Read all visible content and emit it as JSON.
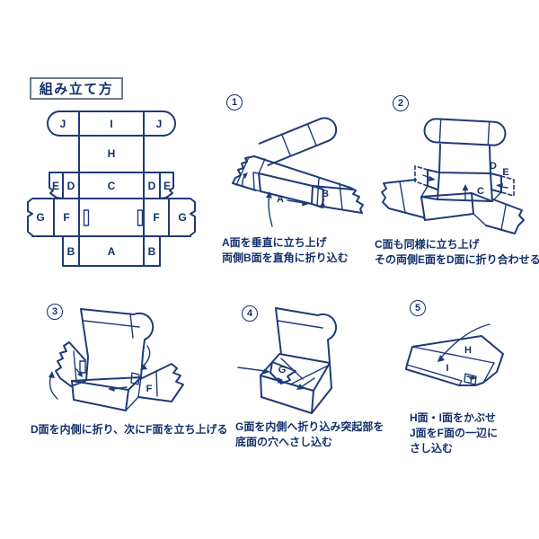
{
  "colors": {
    "line": "#1f3a78",
    "text": "#14306b",
    "header_border": "#6d7a8c",
    "background": "#ffffff"
  },
  "header": {
    "title": "組み立て方"
  },
  "diagram": {
    "panels": {
      "j_left": "J",
      "i": "I",
      "j_right": "J",
      "h": "H",
      "e_left": "E",
      "d_left": "D",
      "c": "C",
      "d_right": "D",
      "e_right": "E",
      "g_left": "G",
      "f_left": "F",
      "f_right": "F",
      "g_right": "G",
      "b_left": "B",
      "a": "A",
      "b_right": "B"
    }
  },
  "steps": [
    {
      "number": "1",
      "labels": {
        "a": "A",
        "b": "B"
      },
      "caption": [
        "A面を垂直に立ち上げ",
        "両側B面を直角に折り込む"
      ]
    },
    {
      "number": "2",
      "labels": {
        "c": "C",
        "d": "D",
        "e": "E"
      },
      "caption": [
        "C面も同様に立ち上げ",
        "その両側E面をD面に折り合わせる"
      ]
    },
    {
      "number": "3",
      "labels": {
        "f": "F"
      },
      "caption": [
        "D面を内側に折り、次にF面を立ち上げる"
      ]
    },
    {
      "number": "4",
      "labels": {
        "g": "G"
      },
      "caption": [
        "G面を内側へ折り込み突起部を",
        "底面の穴へさし込む"
      ]
    },
    {
      "number": "5",
      "labels": {
        "h": "H",
        "i": "I",
        "j": "J"
      },
      "caption": [
        "H面・I面をかぶせ",
        "J面をF面の一辺に",
        "さし込む"
      ]
    }
  ]
}
